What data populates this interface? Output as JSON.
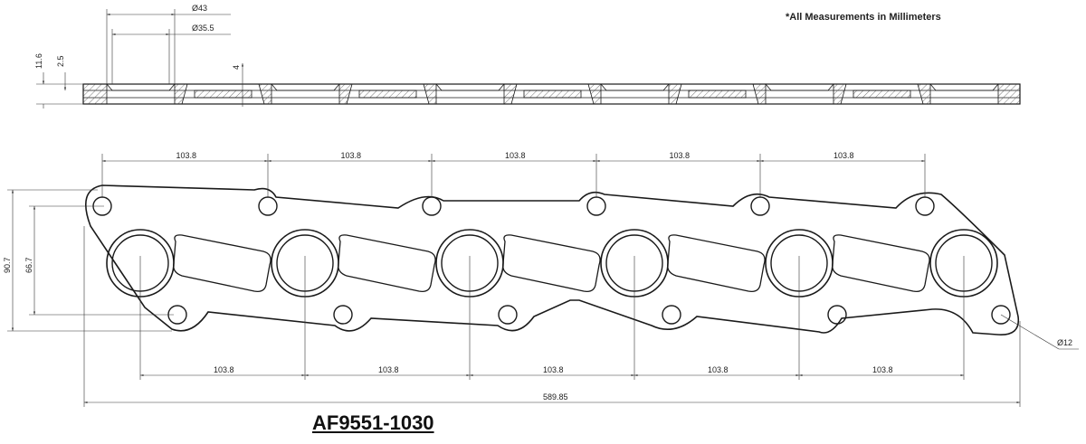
{
  "note": "*All Measurements in Millimeters",
  "part_number": "AF9551-1030",
  "dimensions": {
    "bolt_pitch": "103.8",
    "overall_length": "589.85",
    "height_total": "90.7",
    "height_lower": "66.7",
    "bolt_hole_diameter": "Ø12",
    "port_outer_diameter": "Ø43",
    "port_inner_diameter": "Ø35.5",
    "thickness": "11.6",
    "plate_thickness": "2.5",
    "insert_thickness": "4"
  },
  "colors": {
    "line": "#1a1a1a",
    "dim": "#333333",
    "hatch": "#555555"
  }
}
